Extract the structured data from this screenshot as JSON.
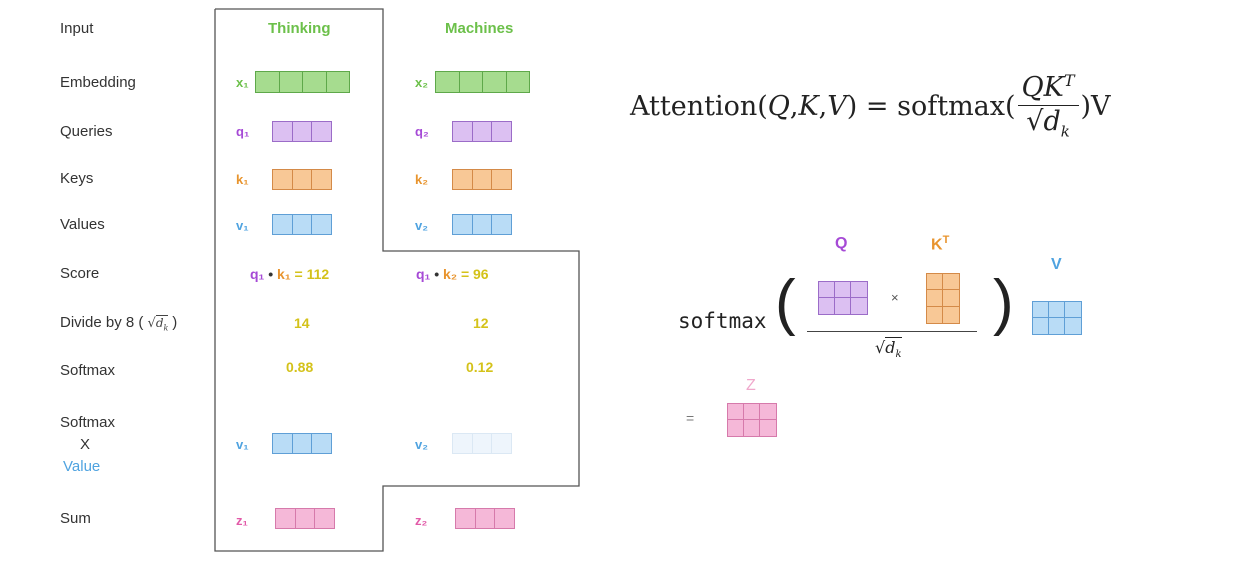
{
  "rows": {
    "input": "Input",
    "embedding": "Embedding",
    "queries": "Queries",
    "keys": "Keys",
    "values": "Values",
    "score": "Score",
    "divide": "Divide by 8 (",
    "divide_close": ")",
    "softmax": "Softmax",
    "softmax_x_1": "Softmax",
    "softmax_x_2": "X",
    "softmax_x_3": "Value",
    "sum": "Sum"
  },
  "words": [
    {
      "input": "Thinking",
      "x": "x₁",
      "q": "q₁",
      "k": "k₁",
      "v": "v₁",
      "v2": "v₁",
      "z": "z₁",
      "score_q": "q₁",
      "score_dot": "•",
      "score_k": "k₁",
      "score_eq": "= 112",
      "divided": "14",
      "softmax": "0.88"
    },
    {
      "input": "Machines",
      "x": "x₂",
      "q": "q₂",
      "k": "k₂",
      "v": "v₂",
      "v2": "v₂",
      "z": "z₂",
      "score_q": "q₁",
      "score_dot": "•",
      "score_k": "k₂",
      "score_eq": "= 96",
      "divided": "12",
      "softmax": "0.12"
    }
  ],
  "formula": {
    "lhs": "Attention(",
    "q": "Q",
    "c1": ", ",
    "k": "K",
    "c2": ", ",
    "v": "V",
    "rp": ")",
    "eq": " = ",
    "softmax": "softmax(",
    "num_q": "Q",
    "num_k": "K",
    "num_t": "T",
    "den_d": "d",
    "den_k": "k",
    "tail": ")V"
  },
  "matrix_eq": {
    "softmax": "softmax",
    "q_label": "Q",
    "kt_label": "K",
    "kt_sup": "T",
    "times": "×",
    "v_label": "V",
    "den_d": "d",
    "den_k": "k",
    "equals": "=",
    "z_label": "Z"
  },
  "colors": {
    "green": "#6cc04a",
    "purple": "#a64ad6",
    "orange": "#e8942e",
    "blue": "#4fa3e0",
    "pink": "#e25aa8",
    "yellow": "#d4c21a"
  }
}
